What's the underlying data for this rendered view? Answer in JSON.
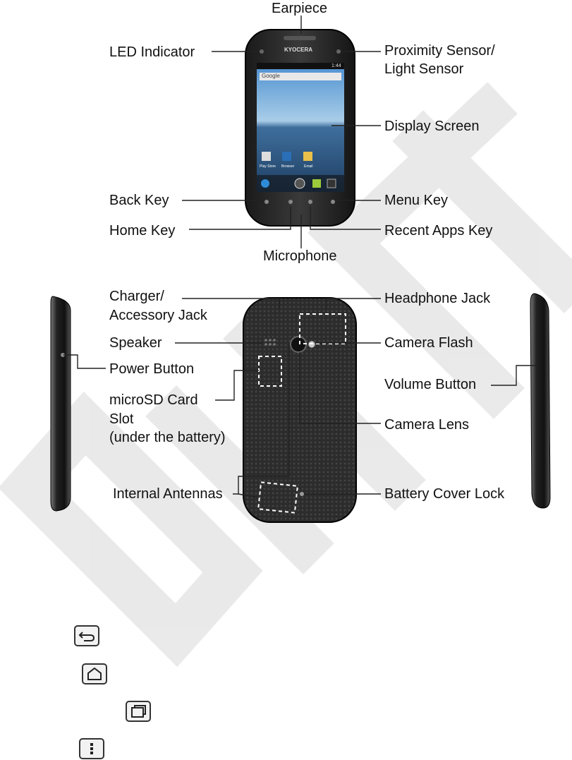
{
  "front_labels": {
    "earpiece": "Earpiece",
    "led_indicator": "LED Indicator",
    "proximity_sensor": "Proximity Sensor/",
    "light_sensor": "Light Sensor",
    "display_screen": "Display Screen",
    "back_key": "Back Key",
    "menu_key": "Menu Key",
    "home_key": "Home Key",
    "recent_apps_key": "Recent Apps Key",
    "microphone": "Microphone"
  },
  "back_labels": {
    "charger_line1": "Charger/",
    "charger_line2": "Accessory Jack",
    "headphone_jack": "Headphone Jack",
    "speaker": "Speaker",
    "camera_flash": "Camera Flash",
    "power_button": "Power Button",
    "microsd_line1": "microSD Card",
    "microsd_line2": "Slot",
    "microsd_line3": "(under the battery)",
    "volume_button": "Volume Button",
    "camera_lens": "Camera Lens",
    "internal_antennas": "Internal Antennas",
    "battery_cover_lock": "Battery Cover Lock"
  },
  "phone_screen": {
    "brand": "KYOCERA",
    "search_text": "Google",
    "status_time": "1:44",
    "apps": [
      "Play Store",
      "Browser",
      "Email"
    ]
  },
  "watermark": "Draft",
  "key_icons": [
    "back-arrow-icon",
    "home-icon",
    "recent-apps-icon",
    "menu-icon"
  ]
}
